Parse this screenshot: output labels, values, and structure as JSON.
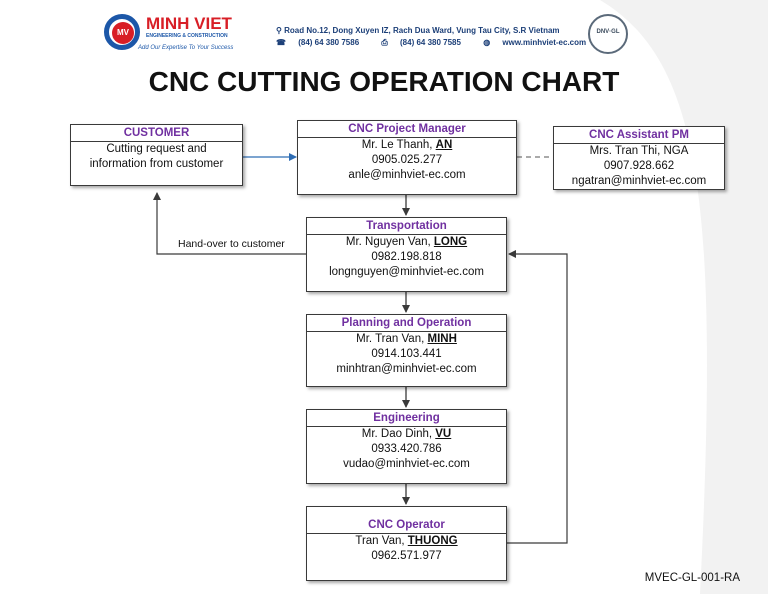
{
  "header": {
    "brand": "MINH VIET",
    "brand_sub": "ENGINEERING & CONSTRUCTION",
    "tagline": "Add Our Expertise To Your Success",
    "address": "Road No.12, Dong Xuyen IZ, Rach Dua Ward, Vung Tau City, S.R Vietnam",
    "phone": "(84) 64 380 7586",
    "fax": "(84) 64 380 7585",
    "website": "www.minhviet-ec.com",
    "cert_label": "DNV·GL"
  },
  "title": "CNC CUTTING OPERATION CHART",
  "customer": {
    "heading": "CUSTOMER",
    "line1": "Cutting request and",
    "line2": "information from customer"
  },
  "project_manager": {
    "heading": "CNC Project Manager",
    "name_prefix": "Mr. Le Thanh,",
    "name_key": "AN",
    "phone": "0905.025.277",
    "email": "anle@minhviet-ec.com"
  },
  "assistant_pm": {
    "heading": "CNC Assistant PM",
    "name": "Mrs. Tran Thi, NGA",
    "phone": "0907.928.662",
    "email": "ngatran@minhviet-ec.com"
  },
  "transportation": {
    "heading": "Transportation",
    "name_prefix": "Mr. Nguyen Van,",
    "name_key": "LONG",
    "phone": "0982.198.818",
    "email": "longnguyen@minhviet-ec.com"
  },
  "planning": {
    "heading": "Planning and Operation",
    "name_prefix": "Mr. Tran Van,",
    "name_key": "MINH",
    "phone": "0914.103.441",
    "email": "minhtran@minhviet-ec.com"
  },
  "engineering": {
    "heading": "Engineering",
    "name_prefix": "Mr. Dao Dinh,",
    "name_key": "VU",
    "phone": "0933.420.786",
    "email": "vudao@minhviet-ec.com"
  },
  "operator": {
    "heading": "CNC Operator",
    "name_prefix": "Tran Van,",
    "name_key": "THUONG",
    "phone": "0962.571.977"
  },
  "handover_label": "Hand-over to customer",
  "doc_id": "MVEC-GL-001-RA"
}
